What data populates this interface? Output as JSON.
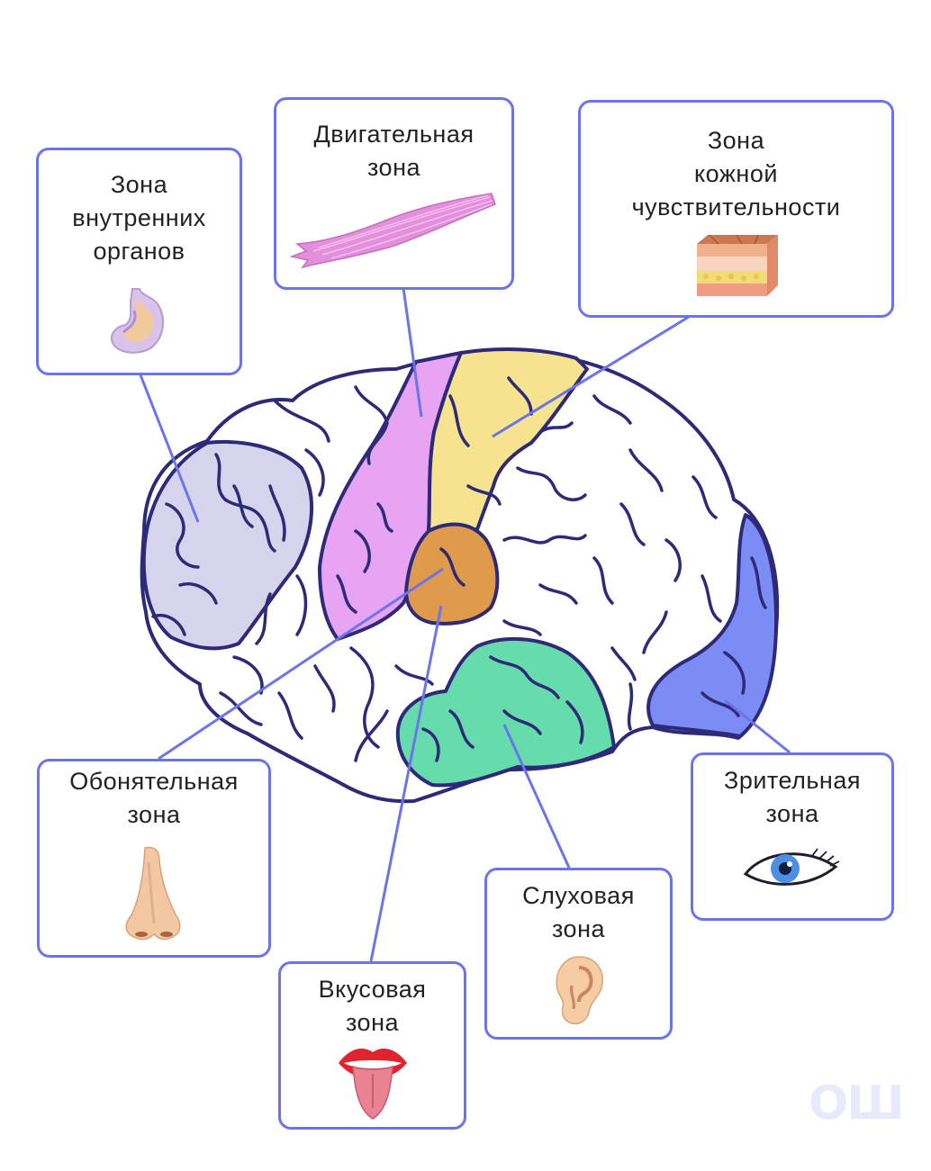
{
  "diagram": {
    "colors": {
      "outline": "#2e2a78",
      "connector": "#6b74ea",
      "zone_internal_organs": "#d6d3ec",
      "zone_motor": "#e6a4f2",
      "zone_skin": "#f6e38f",
      "zone_taste": "#df9a4b",
      "zone_auditory": "#66dcad",
      "zone_visual": "#7b8cf4"
    },
    "labels": [
      {
        "id": "internal-organs",
        "text": "Зона\nвнутренних\nорганов",
        "icon": "stomach-icon"
      },
      {
        "id": "motor",
        "text": "Двигательная\nзона",
        "icon": "muscle-icon"
      },
      {
        "id": "skin",
        "text": "Зона\nкожной\nчувствительности",
        "icon": "skin-layers-icon"
      },
      {
        "id": "olfactory",
        "text": "Обонятельная\nзона",
        "icon": "nose-icon"
      },
      {
        "id": "taste",
        "text": "Вкусовая\nзона",
        "icon": "tongue-icon"
      },
      {
        "id": "auditory",
        "text": "Слуховая\nзона",
        "icon": "ear-icon"
      },
      {
        "id": "visual",
        "text": "Зрительная\nзона",
        "icon": "eye-icon"
      }
    ],
    "watermark": "ОШ"
  }
}
